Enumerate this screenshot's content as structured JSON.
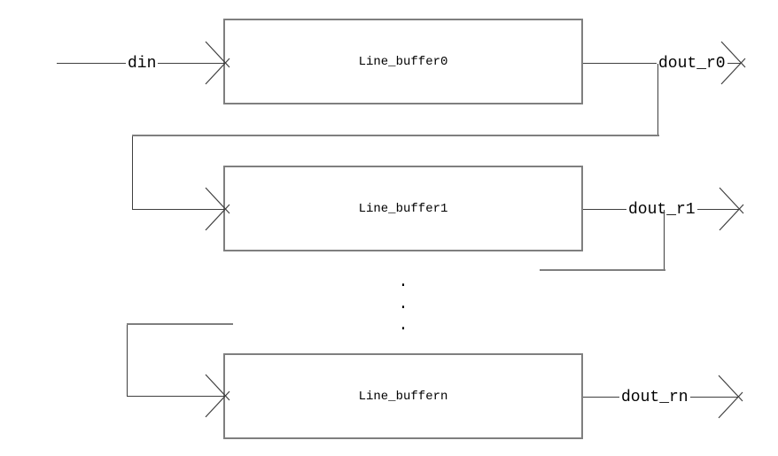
{
  "diagram": {
    "boxes": [
      {
        "label": "Line_buffer0"
      },
      {
        "label": "Line_buffer1"
      },
      {
        "label": "Line_buffern"
      }
    ],
    "input_label": "din",
    "output_labels": [
      "dout_r0",
      "dout_r1",
      "dout_rn"
    ],
    "ellipsis_dot": "."
  },
  "colors": {
    "background": "#ffffff",
    "wire": "#3f3f3f",
    "box_border": "#7f7f7f",
    "feedback_wire": "#7f7f7f",
    "text": "#000000"
  }
}
